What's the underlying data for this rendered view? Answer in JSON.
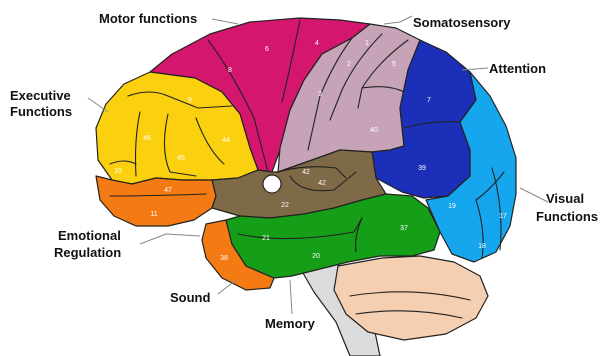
{
  "colors": {
    "motor": "#d4166e",
    "somatosensory": "#c7a3b8",
    "attention": "#1b2fb8",
    "visual": "#16a6ee",
    "executive": "#fbd10f",
    "emotional": "#f47a14",
    "auditory": "#7e6a47",
    "memory": "#159e17",
    "cerebellum": "#f4cfb2",
    "brainstem": "#dcdcdc"
  },
  "labels": {
    "motor": "Motor functions",
    "somatosensory": "Somatosensory",
    "attention": "Attention",
    "executive_line1": "Executive",
    "executive_line2": "Functions",
    "visual_line1": "Visual",
    "visual_line2": "Functions",
    "emotional_line1": "Emotional",
    "emotional_line2": "Regulation",
    "sound": "Sound",
    "memory": "Memory"
  },
  "areas": {
    "a1": "1",
    "a2": "2",
    "a3": "3",
    "a4": "4",
    "a5": "5",
    "a6": "6",
    "a7": "7",
    "a8": "8",
    "a9": "9",
    "a10": "10",
    "a11": "11",
    "a17": "17",
    "a18": "18",
    "a19": "19",
    "a20": "20",
    "a21": "21",
    "a22": "22",
    "a37": "37",
    "a38": "38",
    "a39": "39",
    "a40": "40",
    "a42a": "42",
    "a42b": "42",
    "a44": "44",
    "a45": "45",
    "a46": "46",
    "a47": "47"
  }
}
